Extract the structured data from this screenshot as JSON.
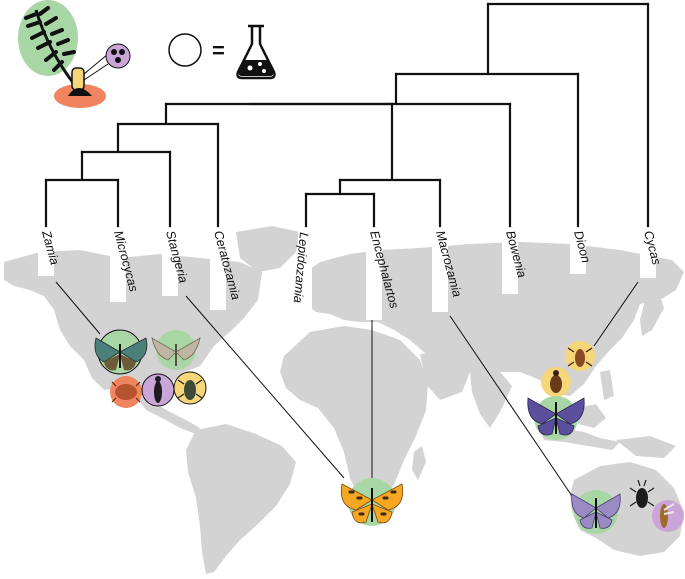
{
  "figure": {
    "legend": {
      "plant_icon": "cycad-plant-icon",
      "circle_icon": "empty-circle-icon",
      "equals_symbol": "=",
      "flask_icon": "flask-icon"
    },
    "taxa": [
      {
        "id": "zamia",
        "label": "Zamia"
      },
      {
        "id": "microcycas",
        "label": "Microcycas"
      },
      {
        "id": "stangeria",
        "label": "Stangeria"
      },
      {
        "id": "ceratozamia",
        "label": "Ceratozamia"
      },
      {
        "id": "lepidozamia",
        "label": "Lepidozamia"
      },
      {
        "id": "encephalartos",
        "label": "Encephalartos"
      },
      {
        "id": "macrozamia",
        "label": "Macrozamia"
      },
      {
        "id": "bowenia",
        "label": "Bowenia"
      },
      {
        "id": "dioon",
        "label": "Dioon"
      },
      {
        "id": "cycas",
        "label": "Cycas"
      }
    ],
    "pollinator_groups": [
      {
        "id": "americas",
        "icons": [
          "butterfly-icon",
          "moth-icon",
          "weevil-icon",
          "beetle-icon",
          "beetle-icon"
        ]
      },
      {
        "id": "africa",
        "icons": [
          "butterfly-icon"
        ]
      },
      {
        "id": "asia",
        "icons": [
          "weevil-icon",
          "beetle-icon",
          "butterfly-icon"
        ]
      },
      {
        "id": "australia",
        "icons": [
          "butterfly-icon",
          "beetle-icon",
          "thrips-icon"
        ]
      }
    ],
    "colors": {
      "map": "#d3d3d3",
      "green_circle": "#a8d6a5",
      "orange_circle": "#f0845f",
      "purple_circle": "#c9a5d8",
      "yellow_circle": "#f5d77a",
      "tree_lines": "#111111"
    }
  }
}
